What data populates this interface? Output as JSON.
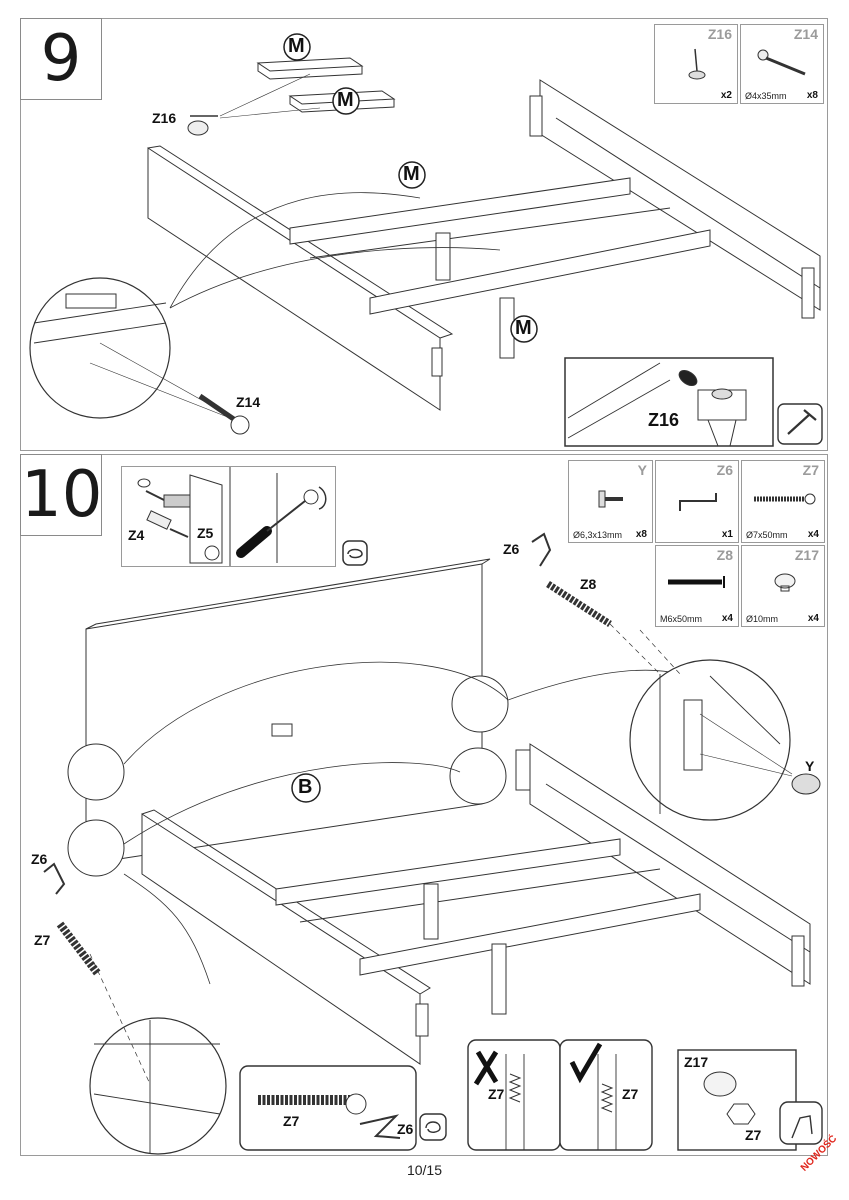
{
  "page": {
    "number_label": "10/15",
    "badge": "NOWOŚĆ"
  },
  "step9": {
    "number": "9",
    "parts": [
      {
        "code": "Z16",
        "qty": "x2",
        "dim": ""
      },
      {
        "code": "Z14",
        "qty": "x8",
        "dim": "Ø4x35mm"
      }
    ],
    "callouts": {
      "m": "M",
      "z16": "Z16",
      "z14": "Z14",
      "detail_z16": "Z16"
    }
  },
  "step10": {
    "number": "10",
    "parts": [
      {
        "code": "Y",
        "qty": "x8",
        "dim": "Ø6,3x13mm"
      },
      {
        "code": "Z6",
        "qty": "x1",
        "dim": ""
      },
      {
        "code": "Z7",
        "qty": "x4",
        "dim": "Ø7x50mm"
      },
      {
        "code": "Z8",
        "qty": "x4",
        "dim": "M6x50mm"
      },
      {
        "code": "Z17",
        "qty": "x4",
        "dim": "Ø10mm"
      }
    ],
    "callouts": {
      "z4": "Z4",
      "z5": "Z5",
      "z6_top": "Z6",
      "z8": "Z8",
      "y": "Y",
      "b": "B",
      "z6_left": "Z6",
      "z7_left": "Z7",
      "z7_detail": "Z7",
      "z6_detail": "Z6",
      "z7_wrong": "Z7",
      "z7_right": "Z7",
      "z17": "Z17",
      "z7_cap": "Z7"
    }
  }
}
